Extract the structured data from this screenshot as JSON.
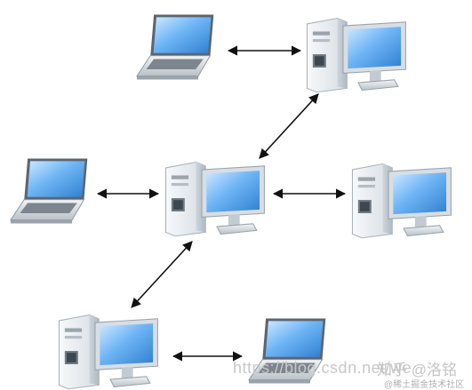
{
  "diagram": {
    "nodes": [
      {
        "id": "laptop-top",
        "kind": "laptop"
      },
      {
        "id": "desktop-top-right",
        "kind": "desktop"
      },
      {
        "id": "laptop-middle-left",
        "kind": "laptop"
      },
      {
        "id": "desktop-center",
        "kind": "desktop"
      },
      {
        "id": "desktop-middle-right",
        "kind": "desktop"
      },
      {
        "id": "desktop-bottom-left",
        "kind": "desktop"
      },
      {
        "id": "laptop-bottom-right",
        "kind": "laptop"
      }
    ],
    "edges": [
      {
        "from": "laptop-top",
        "to": "desktop-top-right",
        "arrows": "both"
      },
      {
        "from": "desktop-top-right",
        "to": "desktop-center",
        "arrows": "both"
      },
      {
        "from": "laptop-middle-left",
        "to": "desktop-center",
        "arrows": "both"
      },
      {
        "from": "desktop-center",
        "to": "desktop-middle-right",
        "arrows": "both"
      },
      {
        "from": "desktop-center",
        "to": "desktop-bottom-left",
        "arrows": "both"
      },
      {
        "from": "desktop-bottom-left",
        "to": "laptop-bottom-right",
        "arrows": "both"
      }
    ]
  },
  "watermarks": {
    "url": "https://blog.csdn.net/we",
    "zhihu": "知乎 @洛铭",
    "juejin": "@稀土掘金技术社区"
  },
  "colors": {
    "screen": "#5aa6ec",
    "case": "#e9eef2",
    "arrow": "#111111"
  }
}
